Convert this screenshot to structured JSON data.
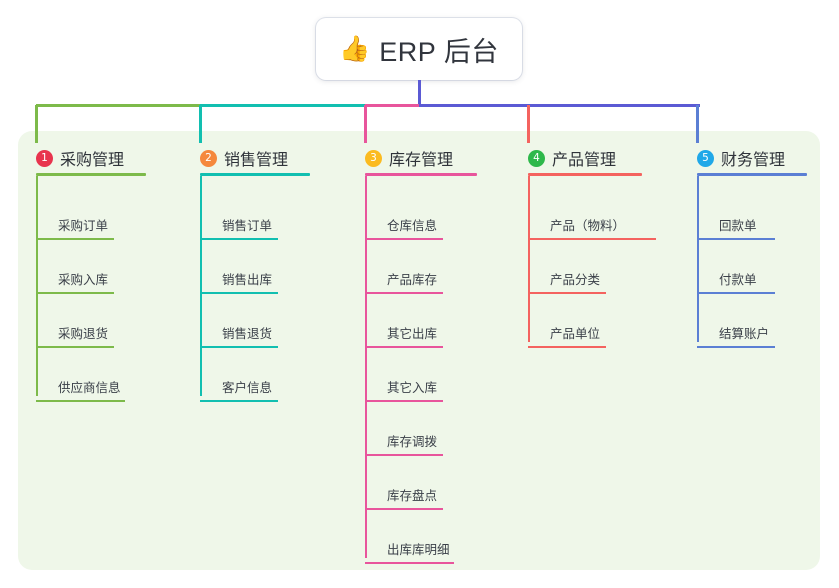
{
  "diagram": {
    "type": "mindmap-tree",
    "background": "#ffffff",
    "panel_color": "#eff7e9",
    "root": {
      "icon": "thumbs-up-emoji",
      "emoji": "👍",
      "title": "ERP 后台",
      "connector_color": "#5b5ad4"
    },
    "branches": [
      {
        "index": "1",
        "title": "采购管理",
        "badge_color": "#e8344e",
        "line_color": "#7dba4a",
        "connector_color": "#7dba4a",
        "leaves": [
          "采购订单",
          "采购入库",
          "采购退货",
          "供应商信息"
        ]
      },
      {
        "index": "2",
        "title": "销售管理",
        "badge_color": "#f5883c",
        "line_color": "#12bfb0",
        "connector_color": "#12bfb0",
        "leaves": [
          "销售订单",
          "销售出库",
          "销售退货",
          "客户信息"
        ]
      },
      {
        "index": "3",
        "title": "库存管理",
        "badge_color": "#fbbb20",
        "line_color": "#e8559c",
        "connector_color": "#e8559c",
        "leaves": [
          "仓库信息",
          "产品库存",
          "其它出库",
          "其它入库",
          "库存调拨",
          "库存盘点",
          "出库库明细"
        ]
      },
      {
        "index": "4",
        "title": "产品管理",
        "badge_color": "#2eb84b",
        "line_color": "#f4635f",
        "connector_color": "#f4635f",
        "leaves": [
          "产品（物料）",
          "产品分类",
          "产品单位"
        ]
      },
      {
        "index": "5",
        "title": "财务管理",
        "badge_color": "#20a8e8",
        "line_color": "#5b7fd4",
        "connector_color": "#5b7fd4",
        "leaves": [
          "回款单",
          "付款单",
          "结算账户"
        ]
      }
    ]
  }
}
